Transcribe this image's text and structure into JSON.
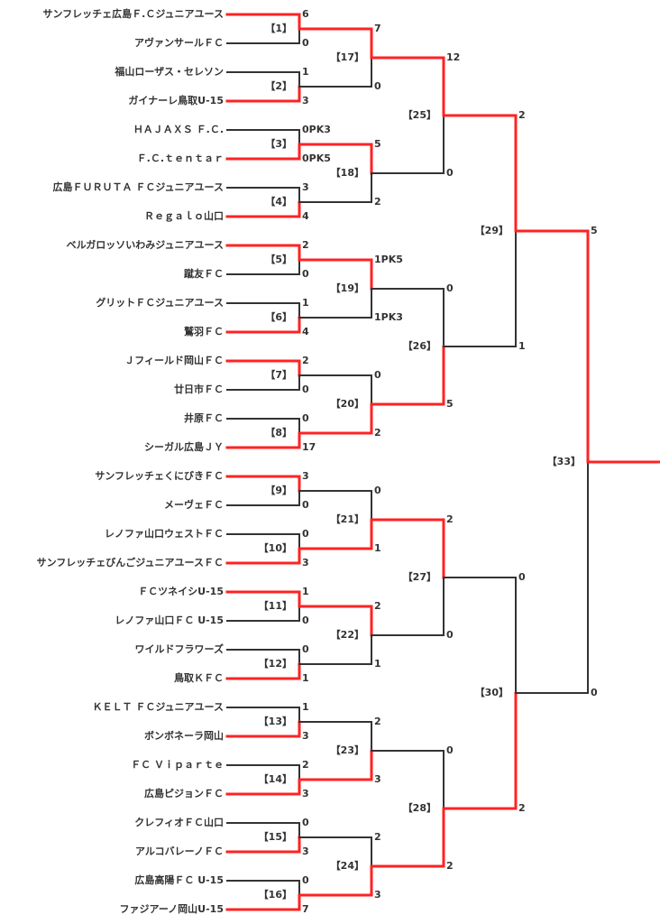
{
  "colors": {
    "winner_line": "#ff2222",
    "loser_line": "#333333"
  },
  "teams": [
    "サンフレッチェ広島Ｆ.Ｃジュニアユース",
    "アヴァンサールＦＣ",
    "福山ローザス・セレソン",
    "ガイナーレ鳥取U-15",
    "ＨＡＪＡＸＳ Ｆ.Ｃ.",
    "Ｆ.Ｃ.ｔｅｎｔａｒ",
    "広島ＦＵＲＵＴＡ ＦＣジュニアユース",
    "Ｒｅｇａｌｏ山口",
    "ベルガロッソいわみジュニアユース",
    "蹴友ＦＣ",
    "グリットＦＣジュニアユース",
    "鷲羽ＦＣ",
    "Ｊフィールド岡山ＦＣ",
    "廿日市ＦＣ",
    "井原ＦＣ",
    "シーガル広島ＪＹ",
    "サンフレッチェくにびきＦＣ",
    "メーヴェＦＣ",
    "レノファ山口ウェストＦＣ",
    "サンフレッチェびんごジュニアユースＦＣ",
    "ＦＣツネイシU-15",
    "レノファ山口ＦＣ U-15",
    "ワイルドフラワーズ",
    "鳥取ＫＦＣ",
    "ＫＥＬＴ ＦＣジュニアユース",
    "ボンボネーラ岡山",
    "ＦＣ Ｖｉｐａｒｔｅ",
    "広島ピジョンＦＣ",
    "クレフィオＦＣ山口",
    "アルコバレーノＦＣ",
    "広島高陽ＦＣ U-15",
    "ファジアーノ岡山U-15"
  ],
  "rounds": [
    [
      {
        "label": "【1】",
        "scores": [
          "6",
          "0"
        ],
        "winner": 0
      },
      {
        "label": "【2】",
        "scores": [
          "1",
          "3"
        ],
        "winner": 1
      },
      {
        "label": "【3】",
        "scores": [
          "0PK3",
          "0PK5"
        ],
        "winner": 1
      },
      {
        "label": "【4】",
        "scores": [
          "3",
          "4"
        ],
        "winner": 1
      },
      {
        "label": "【5】",
        "scores": [
          "2",
          "0"
        ],
        "winner": 0
      },
      {
        "label": "【6】",
        "scores": [
          "1",
          "4"
        ],
        "winner": 1
      },
      {
        "label": "【7】",
        "scores": [
          "2",
          "0"
        ],
        "winner": 0
      },
      {
        "label": "【8】",
        "scores": [
          "0",
          "17"
        ],
        "winner": 1
      },
      {
        "label": "【9】",
        "scores": [
          "3",
          "0"
        ],
        "winner": 0
      },
      {
        "label": "【10】",
        "scores": [
          "0",
          "3"
        ],
        "winner": 1
      },
      {
        "label": "【11】",
        "scores": [
          "1",
          "0"
        ],
        "winner": 0
      },
      {
        "label": "【12】",
        "scores": [
          "0",
          "1"
        ],
        "winner": 1
      },
      {
        "label": "【13】",
        "scores": [
          "1",
          "3"
        ],
        "winner": 1
      },
      {
        "label": "【14】",
        "scores": [
          "2",
          "3"
        ],
        "winner": 1
      },
      {
        "label": "【15】",
        "scores": [
          "0",
          "3"
        ],
        "winner": 1
      },
      {
        "label": "【16】",
        "scores": [
          "0",
          "7"
        ],
        "winner": 1
      }
    ],
    [
      {
        "label": "【17】",
        "scores": [
          "7",
          "0"
        ],
        "winner": 0
      },
      {
        "label": "【18】",
        "scores": [
          "5",
          "2"
        ],
        "winner": 0
      },
      {
        "label": "【19】",
        "scores": [
          "1PK5",
          "1PK3"
        ],
        "winner": 0
      },
      {
        "label": "【20】",
        "scores": [
          "0",
          "2"
        ],
        "winner": 1
      },
      {
        "label": "【21】",
        "scores": [
          "0",
          "1"
        ],
        "winner": 1
      },
      {
        "label": "【22】",
        "scores": [
          "2",
          "1"
        ],
        "winner": 0
      },
      {
        "label": "【23】",
        "scores": [
          "2",
          "3"
        ],
        "winner": 1
      },
      {
        "label": "【24】",
        "scores": [
          "2",
          "3"
        ],
        "winner": 1
      }
    ],
    [
      {
        "label": "【25】",
        "scores": [
          "12",
          "0"
        ],
        "winner": 0
      },
      {
        "label": "【26】",
        "scores": [
          "0",
          "5"
        ],
        "winner": 1
      },
      {
        "label": "【27】",
        "scores": [
          "2",
          "0"
        ],
        "winner": 0
      },
      {
        "label": "【28】",
        "scores": [
          "0",
          "2"
        ],
        "winner": 1
      }
    ],
    [
      {
        "label": "【29】",
        "scores": [
          "2",
          "1"
        ],
        "winner": 0
      },
      {
        "label": "【30】",
        "scores": [
          "0",
          "2"
        ],
        "winner": 1
      }
    ],
    [
      {
        "label": "【33】",
        "scores": [
          "5",
          "0"
        ],
        "winner": 0
      }
    ]
  ]
}
